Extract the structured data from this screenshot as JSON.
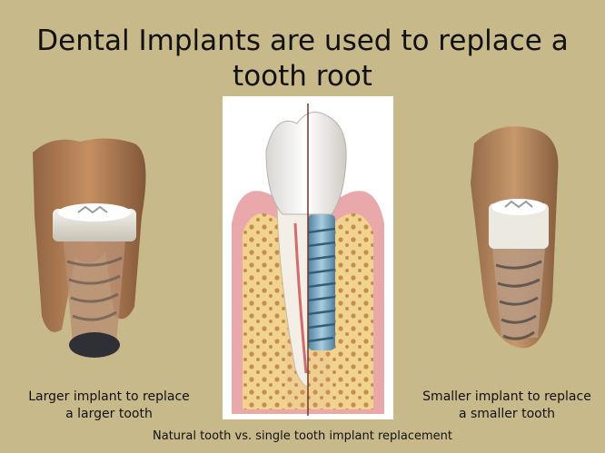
{
  "slide": {
    "title": "Dental Implants are used to replace a tooth root",
    "left_caption_line1": "Larger implant to replace",
    "left_caption_line2": "a larger tooth",
    "right_caption_line1": "Smaller implant to replace",
    "right_caption_line2": "a smaller tooth",
    "bottom_caption": "Natural tooth vs. single tooth implant replacement"
  },
  "colors": {
    "background": "#c8b98a",
    "tooth_brown": "#b07a52",
    "gum_pink": "#e3a6a8",
    "bone_yellow": "#e8cf8c",
    "implant_grey": "#9aa3a8",
    "implant_blue": "#7fa9c2"
  }
}
